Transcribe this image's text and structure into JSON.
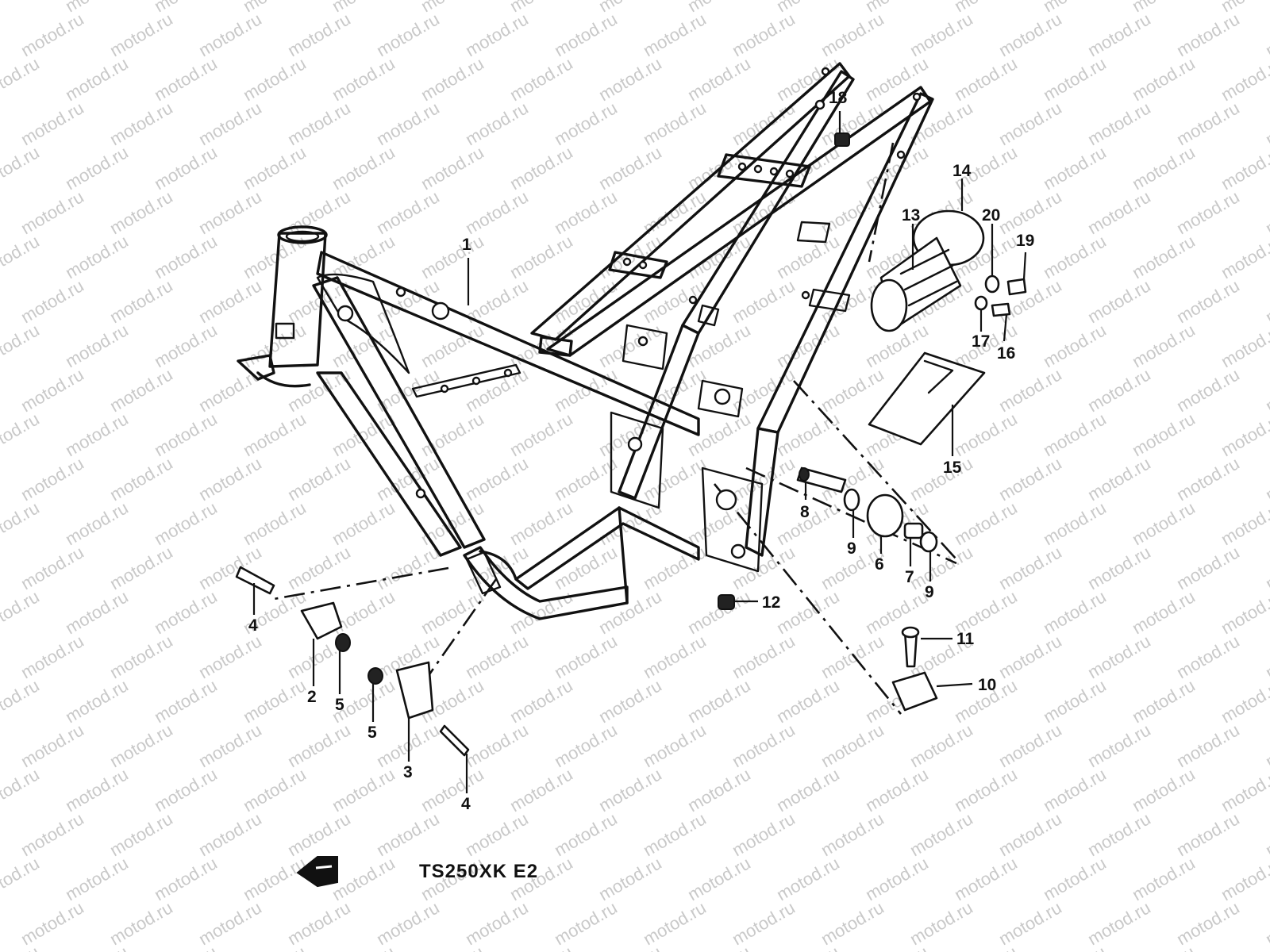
{
  "watermark": {
    "text": "motod.ru",
    "color": "#c9c9c9"
  },
  "model_label": "TS250XK E2",
  "front_arrow_icon": "front-direction-arrow-icon",
  "callouts": [
    {
      "id": "c1",
      "text": "1"
    },
    {
      "id": "c2",
      "text": "2"
    },
    {
      "id": "c3",
      "text": "3"
    },
    {
      "id": "c4a",
      "text": "4"
    },
    {
      "id": "c4b",
      "text": "4"
    },
    {
      "id": "c5a",
      "text": "5"
    },
    {
      "id": "c5b",
      "text": "5"
    },
    {
      "id": "c6",
      "text": "6"
    },
    {
      "id": "c7",
      "text": "7"
    },
    {
      "id": "c8",
      "text": "8"
    },
    {
      "id": "c9a",
      "text": "9"
    },
    {
      "id": "c9b",
      "text": "9"
    },
    {
      "id": "c10",
      "text": "10"
    },
    {
      "id": "c11",
      "text": "11"
    },
    {
      "id": "c12",
      "text": "12"
    },
    {
      "id": "c13",
      "text": "13"
    },
    {
      "id": "c14",
      "text": "14"
    },
    {
      "id": "c15",
      "text": "15"
    },
    {
      "id": "c16",
      "text": "16"
    },
    {
      "id": "c17",
      "text": "17"
    },
    {
      "id": "c18",
      "text": "18"
    },
    {
      "id": "c19",
      "text": "19"
    },
    {
      "id": "c20",
      "text": "20"
    }
  ]
}
